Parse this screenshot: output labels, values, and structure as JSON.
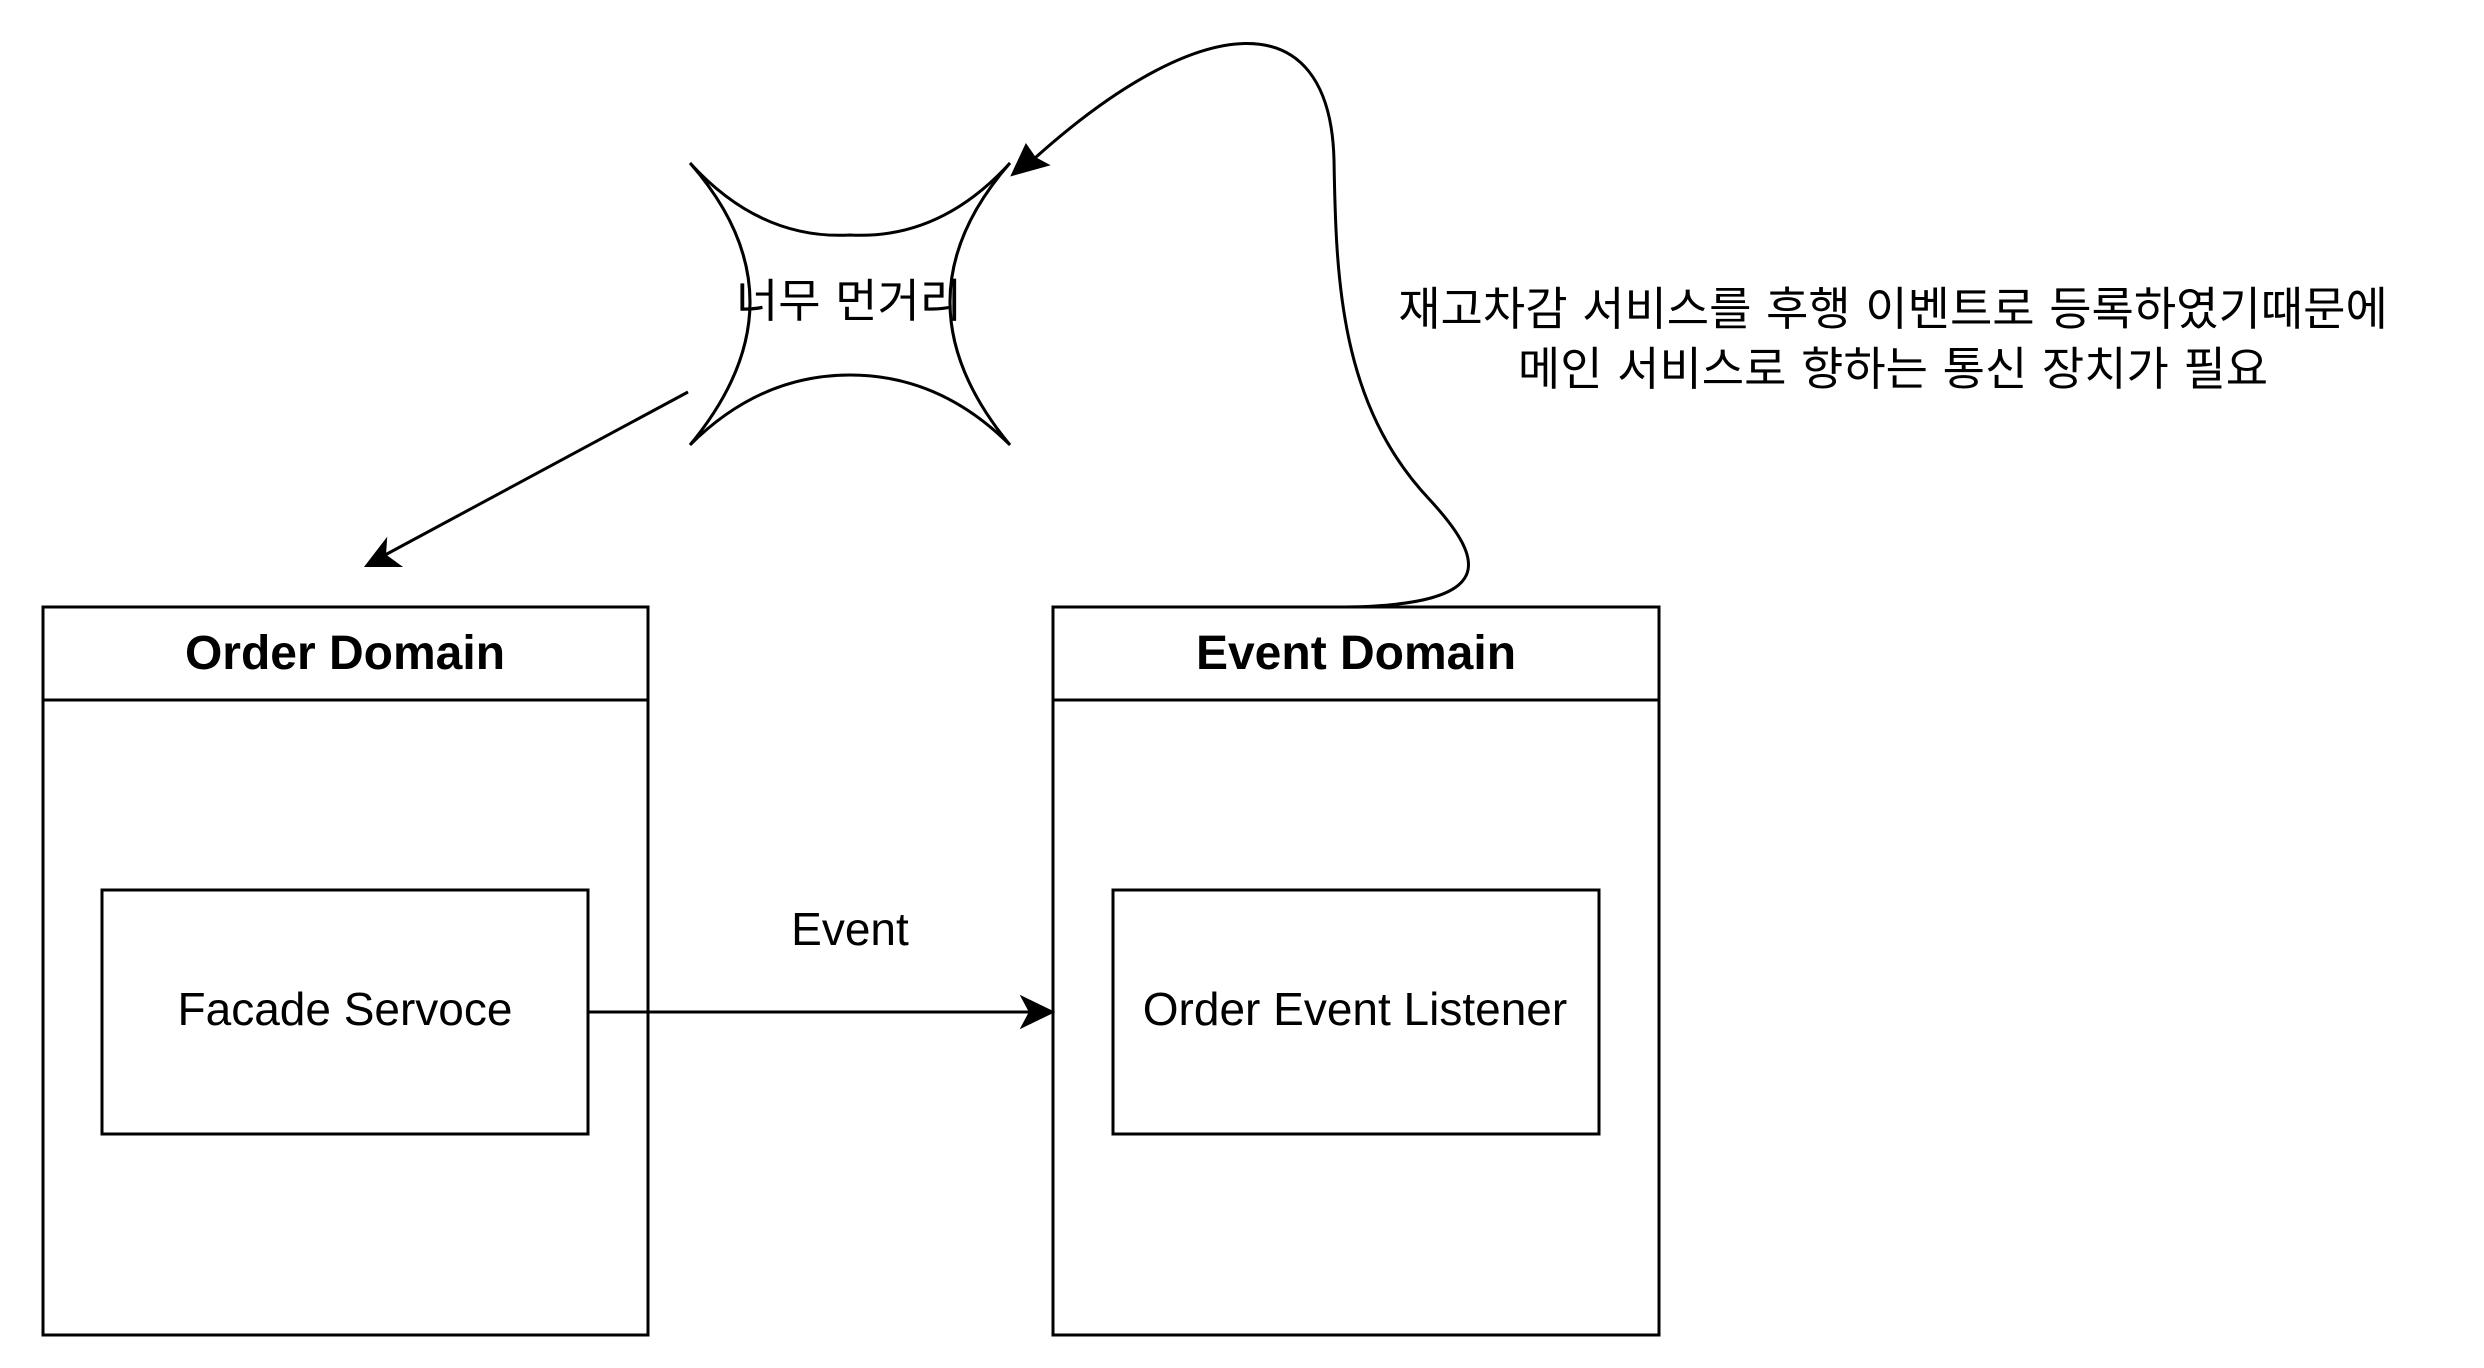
{
  "colors": {
    "stroke": "#000000",
    "background": "#ffffff"
  },
  "order_domain": {
    "title": "Order Domain",
    "inner_box": "Facade Servoce"
  },
  "event_domain": {
    "title": "Event Domain",
    "inner_box": "Order Event Listener"
  },
  "event_arrow": {
    "label": "Event"
  },
  "burst_shape": {
    "label": "너무 먼거리"
  },
  "note": {
    "line1": "재고차감 서비스를 후행 이벤트로 등록하였기때문에",
    "line2": "메인 서비스로 향하는 통신 장치가 필요"
  }
}
